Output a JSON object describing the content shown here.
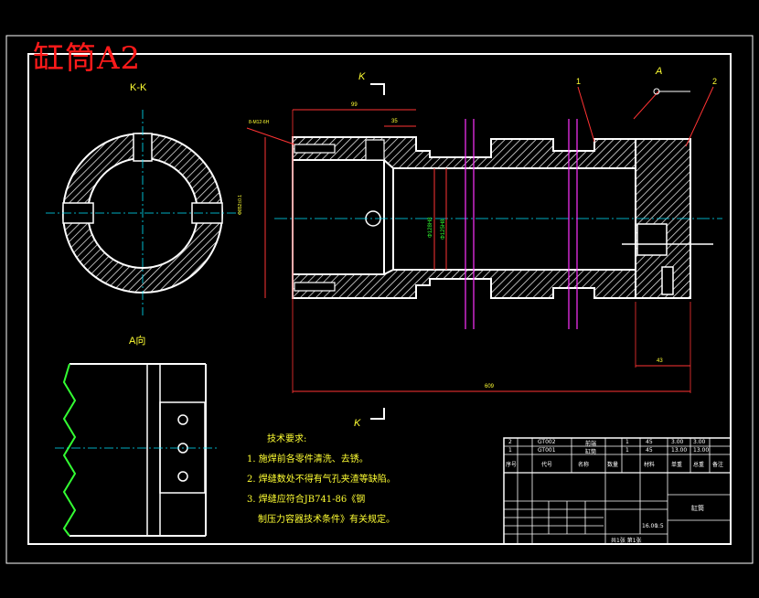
{
  "drawing": {
    "title": "缸筒A2",
    "section_label": "K-K",
    "view_label": "A向",
    "cut_marks": [
      "K",
      "K"
    ],
    "leader_numbers": [
      "1",
      "2"
    ],
    "weld_label": "A",
    "dimensions": {
      "d99": "99",
      "d35": "35",
      "d609": "609",
      "d43": "43",
      "thread": "8-M12-6H",
      "dia_outer": "Φ852±0.1",
      "dia_bore1": "Φ128H8",
      "dia_bore2": "Φ125H8"
    }
  },
  "notes": {
    "heading": "技术要求:",
    "items": [
      "1. 施焊前各零件清洗、去锈。",
      "2. 焊缝数处不得有气孔夹渣等缺陷。",
      "3. 焊缝应符合JB741-86《钢",
      "制压力容器技术条件》有关规定。"
    ]
  },
  "title_block": {
    "rows": [
      {
        "no": "2",
        "code": "GT002",
        "name": "前端",
        "qty": "1",
        "mat": "45",
        "w1": "3.00",
        "w2": "3.00"
      },
      {
        "no": "1",
        "code": "GT001",
        "name": "缸筒",
        "qty": "1",
        "mat": "45",
        "w1": "13.00",
        "w2": "13.00"
      }
    ],
    "header": [
      "序号",
      "代号",
      "名称",
      "数量",
      "材料",
      "单重",
      "总重",
      "备注"
    ],
    "part_name": "缸筒",
    "scale": "1:5",
    "weight": "16.00",
    "sheet": "共1张 第1张"
  }
}
